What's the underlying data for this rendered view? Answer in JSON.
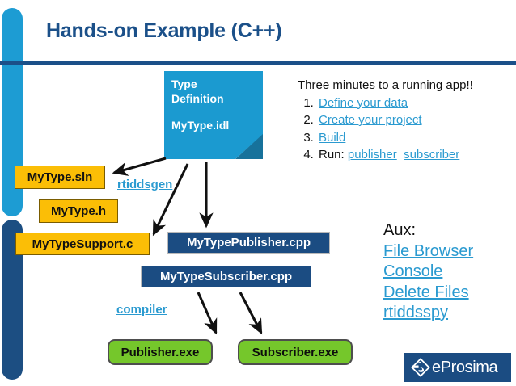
{
  "slide": {
    "title": "Hands-on Example (C++)"
  },
  "type_definition": {
    "line1": "Type",
    "line2": "Definition",
    "line3": "MyType.idl"
  },
  "steps": {
    "lead": "Three minutes to a running app!!",
    "items": [
      {
        "text": "Define your data",
        "link": true
      },
      {
        "text": "Create your project",
        "link": true
      },
      {
        "text": "Build",
        "link": true
      }
    ],
    "run_item": {
      "prefix": "Run:",
      "link_a": "publisher",
      "link_b": "subscriber"
    }
  },
  "aux": {
    "heading": "Aux:",
    "links": [
      "File Browser",
      "Console",
      "Delete Files",
      "rtiddsspy"
    ]
  },
  "nodes": {
    "sln": "MyType.sln",
    "header": "MyType.h",
    "support": "MyTypeSupport.c",
    "publisher_cpp": "MyTypePublisher.cpp",
    "subscriber_cpp": "MyTypeSubscriber.cpp",
    "publisher_exe": "Publisher.exe",
    "subscriber_exe": "Subscriber.exe"
  },
  "edges": {
    "generator_label": "rtiddsgen",
    "compiler_label": "compiler"
  },
  "logo": {
    "text": "eProsima",
    "mark": "eprosima-s-icon"
  },
  "colors": {
    "navy": "#1B5089",
    "light_blue_bar": "#1D9CD3",
    "doc_blue": "#1B9AD0",
    "link_blue": "#2A9AD0",
    "yellow": "#FBBE06",
    "navy_box": "#1B4C82",
    "green": "#75C72B"
  }
}
